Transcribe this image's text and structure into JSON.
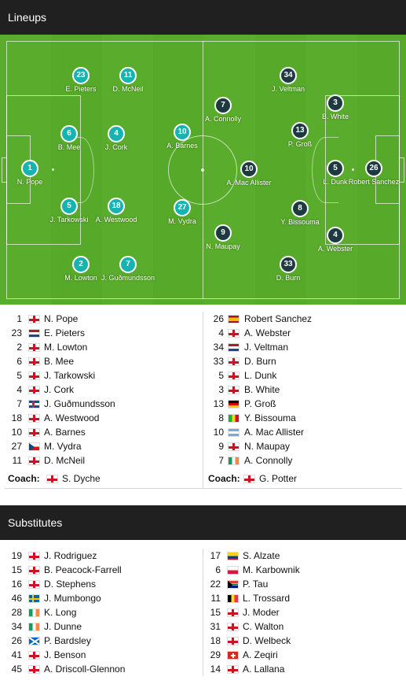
{
  "lineups_header": "Lineups",
  "substitutes_header": "Substitutes",
  "colors": {
    "home_badge": "#17b3b0",
    "away_badge": "#1c3a3f",
    "pitch": "#56a929",
    "header_bg": "#202020"
  },
  "pitch": {
    "home": [
      {
        "num": "1",
        "name": "N. Pope"
      },
      {
        "num": "23",
        "name": "E. Pieters"
      },
      {
        "num": "6",
        "name": "B. Mee"
      },
      {
        "num": "5",
        "name": "J. Tarkowski"
      },
      {
        "num": "2",
        "name": "M. Lowton"
      },
      {
        "num": "11",
        "name": "D. McNeil"
      },
      {
        "num": "4",
        "name": "J. Cork"
      },
      {
        "num": "18",
        "name": "A. Westwood"
      },
      {
        "num": "7",
        "name": "J. Guðmundsson"
      },
      {
        "num": "10",
        "name": "A. Barnes"
      },
      {
        "num": "27",
        "name": "M. Vydra"
      }
    ],
    "away": [
      {
        "num": "26",
        "name": "Robert Sanchez"
      },
      {
        "num": "5",
        "name": "L. Dunk"
      },
      {
        "num": "3",
        "name": "B. White"
      },
      {
        "num": "4",
        "name": "A. Webster"
      },
      {
        "num": "13",
        "name": "P. Groß"
      },
      {
        "num": "8",
        "name": "Y. Bissouma"
      },
      {
        "num": "34",
        "name": "J. Veltman"
      },
      {
        "num": "33",
        "name": "D. Burn"
      },
      {
        "num": "10",
        "name": "A. Mac Allister"
      },
      {
        "num": "7",
        "name": "A. Connolly"
      },
      {
        "num": "9",
        "name": "N. Maupay"
      }
    ]
  },
  "lineup": {
    "home": [
      {
        "num": "1",
        "flag": "eng",
        "name": "N. Pope"
      },
      {
        "num": "23",
        "flag": "ned",
        "name": "E. Pieters"
      },
      {
        "num": "2",
        "flag": "eng",
        "name": "M. Lowton"
      },
      {
        "num": "6",
        "flag": "eng",
        "name": "B. Mee"
      },
      {
        "num": "5",
        "flag": "eng",
        "name": "J. Tarkowski"
      },
      {
        "num": "4",
        "flag": "eng",
        "name": "J. Cork"
      },
      {
        "num": "7",
        "flag": "isl",
        "name": "J. Guðmundsson"
      },
      {
        "num": "18",
        "flag": "eng",
        "name": "A. Westwood"
      },
      {
        "num": "10",
        "flag": "eng",
        "name": "A. Barnes"
      },
      {
        "num": "27",
        "flag": "cze",
        "name": "M. Vydra"
      },
      {
        "num": "11",
        "flag": "eng",
        "name": "D. McNeil"
      }
    ],
    "away": [
      {
        "num": "26",
        "flag": "esp",
        "name": "Robert Sanchez"
      },
      {
        "num": "4",
        "flag": "eng",
        "name": "A. Webster"
      },
      {
        "num": "34",
        "flag": "ned",
        "name": "J. Veltman"
      },
      {
        "num": "33",
        "flag": "eng",
        "name": "D. Burn"
      },
      {
        "num": "5",
        "flag": "eng",
        "name": "L. Dunk"
      },
      {
        "num": "3",
        "flag": "eng",
        "name": "B. White"
      },
      {
        "num": "13",
        "flag": "ger",
        "name": "P. Groß"
      },
      {
        "num": "8",
        "flag": "mli",
        "name": "Y. Bissouma"
      },
      {
        "num": "10",
        "flag": "arg",
        "name": "A. Mac Allister"
      },
      {
        "num": "9",
        "flag": "eng",
        "name": "N. Maupay"
      },
      {
        "num": "7",
        "flag": "irl",
        "name": "A. Connolly"
      }
    ],
    "home_coach": {
      "label": "Coach:",
      "flag": "eng",
      "name": "S. Dyche"
    },
    "away_coach": {
      "label": "Coach:",
      "flag": "eng",
      "name": "G. Potter"
    }
  },
  "substitutes": {
    "home": [
      {
        "num": "19",
        "flag": "eng",
        "name": "J. Rodriguez"
      },
      {
        "num": "15",
        "flag": "eng",
        "name": "B. Peacock-Farrell"
      },
      {
        "num": "16",
        "flag": "eng",
        "name": "D. Stephens"
      },
      {
        "num": "46",
        "flag": "swe",
        "name": "J. Mumbongo"
      },
      {
        "num": "28",
        "flag": "irl",
        "name": "K. Long"
      },
      {
        "num": "34",
        "flag": "irl",
        "name": "J. Dunne"
      },
      {
        "num": "26",
        "flag": "sco",
        "name": "P. Bardsley"
      },
      {
        "num": "41",
        "flag": "eng",
        "name": "J. Benson"
      },
      {
        "num": "45",
        "flag": "eng",
        "name": "A. Driscoll-Glennon"
      }
    ],
    "away": [
      {
        "num": "17",
        "flag": "col",
        "name": "S. Alzate"
      },
      {
        "num": "6",
        "flag": "pol",
        "name": "M. Karbownik"
      },
      {
        "num": "22",
        "flag": "rsa",
        "name": "P. Tau"
      },
      {
        "num": "11",
        "flag": "bel",
        "name": "L. Trossard"
      },
      {
        "num": "15",
        "flag": "eng",
        "name": "J. Moder"
      },
      {
        "num": "31",
        "flag": "eng",
        "name": "C. Walton"
      },
      {
        "num": "18",
        "flag": "eng",
        "name": "D. Welbeck"
      },
      {
        "num": "29",
        "flag": "sui",
        "name": "A. Zeqiri"
      },
      {
        "num": "14",
        "flag": "eng",
        "name": "A. Lallana"
      }
    ]
  }
}
